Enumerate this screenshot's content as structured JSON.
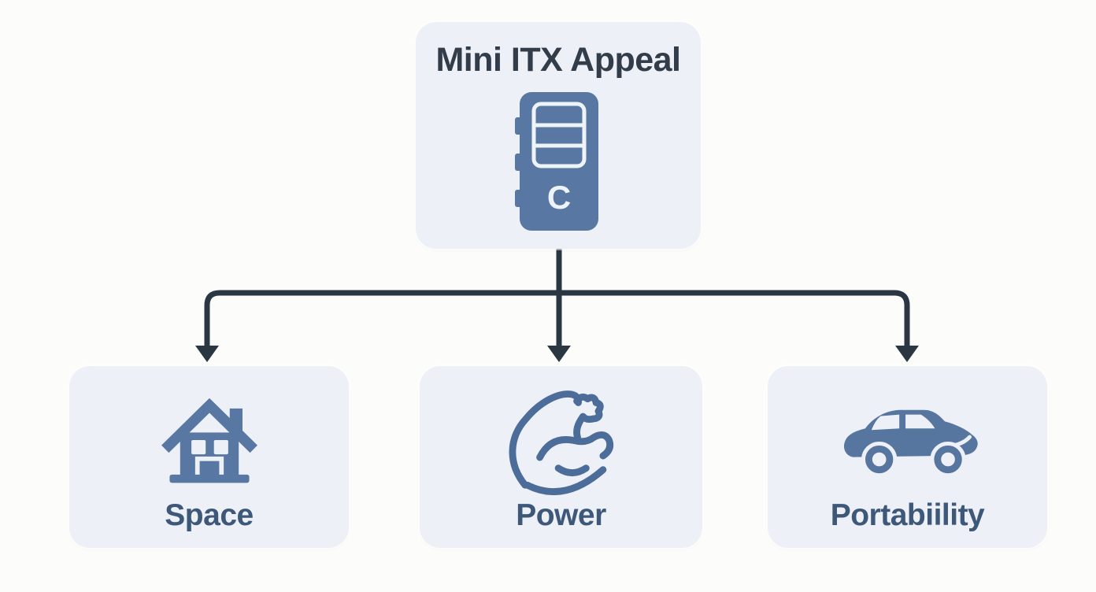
{
  "diagram": {
    "root": {
      "label": "Mini ITX Appeal",
      "icon": "computer-tower-icon",
      "tower_text": "C"
    },
    "children": [
      {
        "label": "Space",
        "icon": "house-icon"
      },
      {
        "label": "Power",
        "icon": "bicep-icon"
      },
      {
        "label": "Portabiility",
        "icon": "car-icon"
      }
    ],
    "colors": {
      "page_background": "#fcfcfa",
      "node_background": "#edf0f6",
      "icon_blue": "#5878a3",
      "label_text": "#3d5878",
      "title_text": "#323d49",
      "connector": "#2a3642"
    }
  }
}
